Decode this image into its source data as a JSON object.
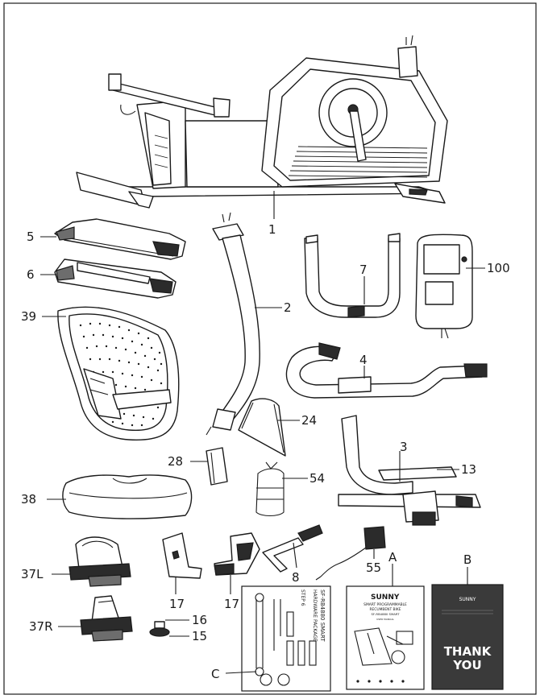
{
  "callouts": {
    "p1": "1",
    "p2": "2",
    "p3": "3",
    "p4": "4",
    "p5": "5",
    "p6": "6",
    "p7": "7",
    "p8": "8",
    "p13": "13",
    "p15": "15",
    "p16": "16",
    "p17a": "17",
    "p17b": "17",
    "p24": "24",
    "p28": "28",
    "p37L": "37L",
    "p37R": "37R",
    "p38": "38",
    "p39": "39",
    "p54": "54",
    "p55": "55",
    "p100": "100",
    "pA": "A",
    "pB": "B",
    "pC": "C"
  },
  "manual": {
    "brand": "SUNNY",
    "title_line1": "SMART PROGRAMMABLE",
    "title_line2": "RECUMBENT BIKE",
    "model": "SF-RB4880 SMART",
    "subtitle": "USER MANUAL"
  },
  "thanks_card": {
    "brand": "SUNNY",
    "line1": "THANK",
    "line2": "YOU"
  },
  "hardware_card": {
    "heading": "SF-RB4880 SMART",
    "subheading": "HARDWARE PACKAGE",
    "step": "STEP 6"
  }
}
